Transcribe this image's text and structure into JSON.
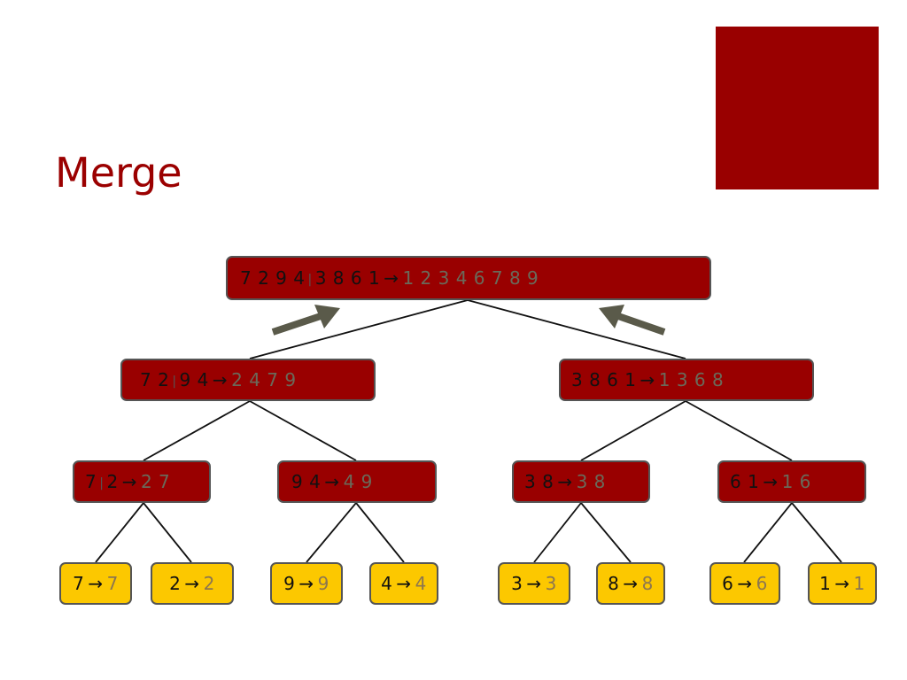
{
  "slide": {
    "title": "Merge"
  },
  "colors": {
    "accent": "#990000",
    "title": "#9b0000",
    "leaf": "#fcc800",
    "border": "#555555",
    "arrow": "#5a5a4a"
  },
  "tree": {
    "root": {
      "left": "7 2 9 4",
      "right": "3 8 6 1",
      "arrow": "→",
      "output": "1 2 3 4 6 7 8 9"
    },
    "level1": [
      {
        "left": "7 2",
        "right": "9 4",
        "arrow": "→",
        "output": "2 4 7 9"
      },
      {
        "input": "3 8 6 1",
        "arrow": "→",
        "output": "1 3 6 8"
      }
    ],
    "level2": [
      {
        "left": "7",
        "right": "2",
        "arrow": "→",
        "output": "2 7"
      },
      {
        "input": "9 4",
        "arrow": "→",
        "output": "4 9"
      },
      {
        "input": "3 8",
        "arrow": "→",
        "output": "3 8"
      },
      {
        "input": "6 1",
        "arrow": "→",
        "output": "1 6"
      }
    ],
    "leaves": [
      {
        "input": "7",
        "arrow": "→",
        "output": "7"
      },
      {
        "input": "2",
        "arrow": "→",
        "output": "2"
      },
      {
        "input": "9",
        "arrow": "→",
        "output": "9"
      },
      {
        "input": "4",
        "arrow": "→",
        "output": "4"
      },
      {
        "input": "3",
        "arrow": "→",
        "output": "3"
      },
      {
        "input": "8",
        "arrow": "→",
        "output": "8"
      },
      {
        "input": "6",
        "arrow": "→",
        "output": "6"
      },
      {
        "input": "1",
        "arrow": "→",
        "output": "1"
      }
    ]
  }
}
